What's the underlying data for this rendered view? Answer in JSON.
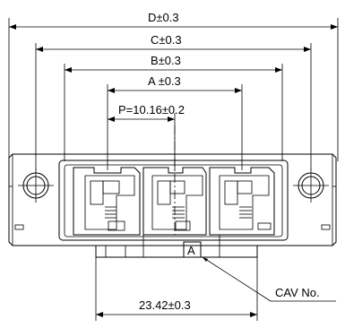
{
  "dimensions": {
    "d": "D±0.3",
    "c": "C±0.3",
    "b": "B±0.3",
    "a": "A ±0.3",
    "p": "P=10.16±0.2",
    "bottom": "23.42±0.3"
  },
  "callout": {
    "cavity_letter": "A",
    "label": "CAV No."
  }
}
